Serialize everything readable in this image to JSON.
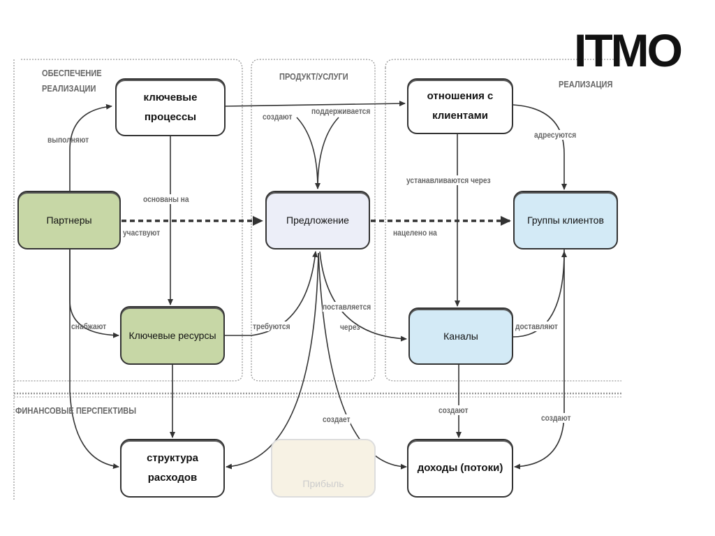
{
  "logo": {
    "text": "ITMO"
  },
  "sections": {
    "support": "ОБЕСПЕЧЕНИЕ РЕАЛИЗАЦИИ",
    "support_line1": "ОБЕСПЕЧЕНИЕ",
    "support_line2": "РЕАЛИЗАЦИИ",
    "product": "ПРОДУКТ/УСЛУГИ",
    "delivery": "РЕАЛИЗАЦИЯ",
    "finance": "ФИНАНСОВЫЕ ПЕРСПЕКТИВЫ"
  },
  "nodes": {
    "key_processes": {
      "line1": "ключевые",
      "line2": "процессы",
      "color": "#ffffff"
    },
    "partners": {
      "label": "Партнеры",
      "color": "#c7d7a6"
    },
    "offer": {
      "label": "Предложение",
      "color": "#eceef8"
    },
    "customer_relations": {
      "line1": "отношения с",
      "line2": "клиентами",
      "color": "#ffffff"
    },
    "customer_groups": {
      "label": "Группы клиентов",
      "color": "#d3eaf6"
    },
    "key_resources": {
      "label": "Ключевые ресурсы",
      "color": "#c7d7a6"
    },
    "channels": {
      "label": "Каналы",
      "color": "#d3eaf6"
    },
    "cost_structure": {
      "line1": "структура",
      "line2": "расходов",
      "color": "#ffffff"
    },
    "profit": {
      "label": "Прибыль",
      "color": "#f7f2e4"
    },
    "revenue": {
      "label": "доходы (потоки)",
      "color": "#ffffff"
    }
  },
  "edges": {
    "perform": "выполняют",
    "based_on": "основаны на",
    "participate": "участвуют",
    "supply": "снабжают",
    "create": "создают",
    "supported": "поддерживается",
    "required": "требуются",
    "delivered": "поставляется",
    "via": "через",
    "creates": "создает",
    "established_via": "устанавливаются через",
    "targeted_at": "нацелено на",
    "addressed": "адресуются",
    "deliver": "доставляют",
    "channels_create": "создают",
    "groups_create": "создают"
  }
}
